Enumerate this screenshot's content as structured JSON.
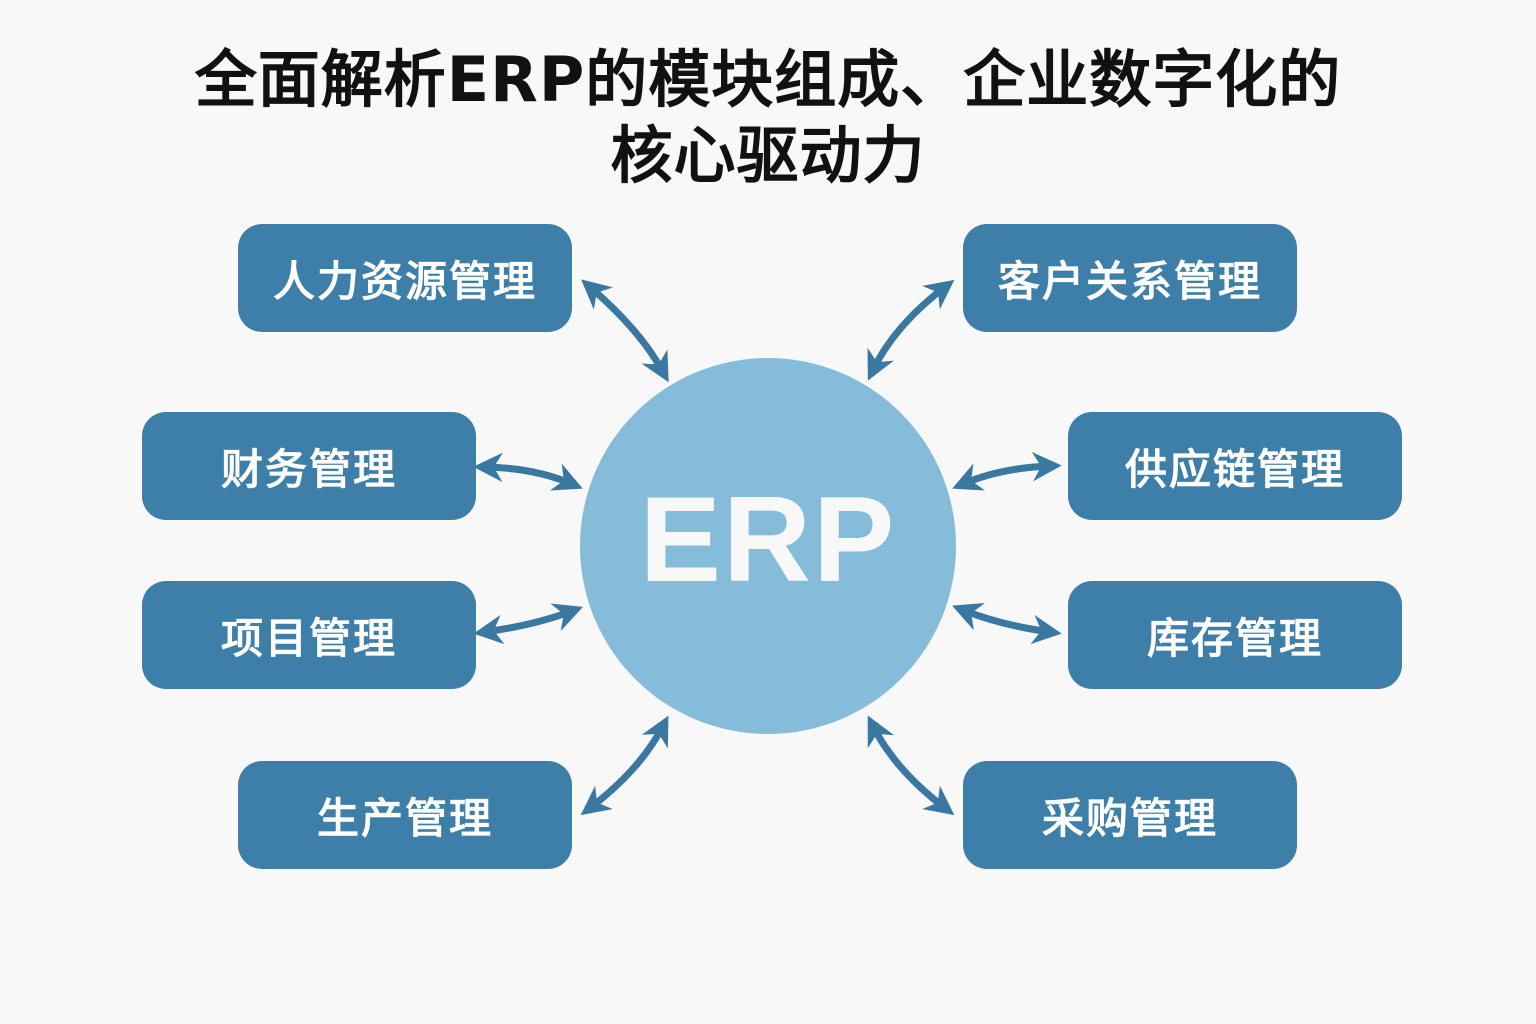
{
  "title": {
    "line1": "全面解析ERP的模块组成、企业数字化的",
    "line2": "核心驱动力"
  },
  "hub": {
    "label": "ERP"
  },
  "modules": [
    {
      "id": "hr",
      "label": "人力资源管理",
      "side": "left",
      "row": "top"
    },
    {
      "id": "crm",
      "label": "客户关系管理",
      "side": "right",
      "row": "top"
    },
    {
      "id": "finance",
      "label": "财务管理",
      "side": "left",
      "row": "upper-middle"
    },
    {
      "id": "supply",
      "label": "供应链管理",
      "side": "right",
      "row": "upper-middle"
    },
    {
      "id": "project",
      "label": "项目管理",
      "side": "left",
      "row": "lower-middle"
    },
    {
      "id": "inventory",
      "label": "库存管理",
      "side": "right",
      "row": "lower-middle"
    },
    {
      "id": "production",
      "label": "生产管理",
      "side": "left",
      "row": "bottom"
    },
    {
      "id": "procurement",
      "label": "采购管理",
      "side": "right",
      "row": "bottom"
    }
  ],
  "connections": [
    {
      "from": "hr",
      "to": "ERP",
      "type": "bidirectional"
    },
    {
      "from": "crm",
      "to": "ERP",
      "type": "bidirectional"
    },
    {
      "from": "finance",
      "to": "ERP",
      "type": "bidirectional"
    },
    {
      "from": "supply",
      "to": "ERP",
      "type": "bidirectional"
    },
    {
      "from": "project",
      "to": "ERP",
      "type": "bidirectional"
    },
    {
      "from": "inventory",
      "to": "ERP",
      "type": "bidirectional"
    },
    {
      "from": "production",
      "to": "ERP",
      "type": "bidirectional"
    },
    {
      "from": "procurement",
      "to": "ERP",
      "type": "bidirectional"
    }
  ],
  "colors": {
    "background": "#f8f8f8",
    "module_fill": "#3d7fa9",
    "hub_fill": "#84bcda",
    "arrow": "#3a78a2",
    "title_text": "#111111",
    "label_text": "#ffffff"
  }
}
